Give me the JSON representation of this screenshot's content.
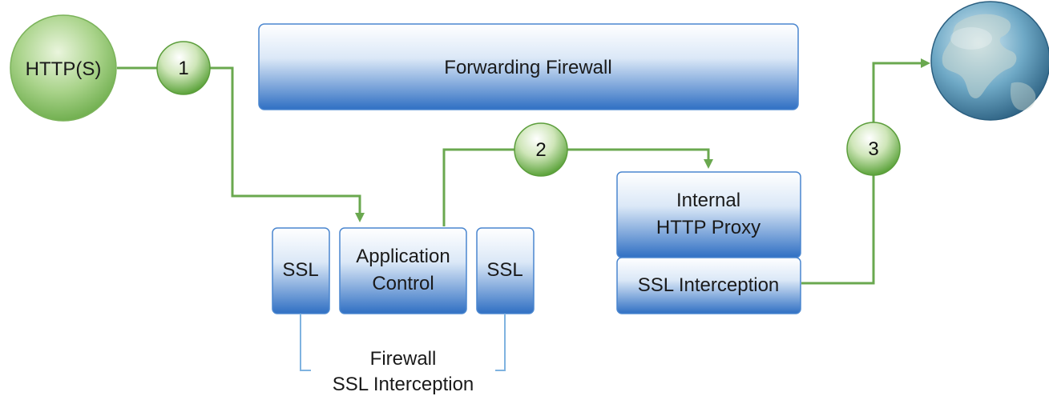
{
  "client": {
    "label": "HTTP(S)",
    "icon": "http-client-circle"
  },
  "internet": {
    "icon": "globe-icon"
  },
  "forwarding_firewall": {
    "label": "Forwarding Firewall"
  },
  "firewall_group": {
    "ssl_left": "SSL",
    "app_control_line1": "Application",
    "app_control_line2": "Control",
    "ssl_right": "SSL",
    "caption_line1": "Firewall",
    "caption_line2": "SSL Interception"
  },
  "proxy": {
    "line1": "Internal",
    "line2": "HTTP Proxy",
    "ssl": "SSL Interception"
  },
  "steps": [
    "1",
    "2",
    "3"
  ],
  "colors": {
    "flow_line": "#6aa84f",
    "step_green": "#5c9e3c",
    "box_blue": "#3a78c8",
    "bracket": "#7fb3e0"
  }
}
